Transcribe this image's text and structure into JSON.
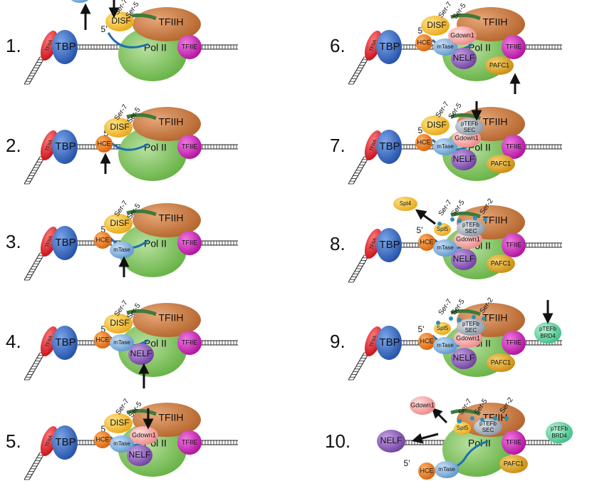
{
  "labels": {
    "tfiia": "TFIIA",
    "tbp": "TBP",
    "five_prime": "5'",
    "disf": "DISF",
    "hce": "HCE",
    "mtase": "mTase",
    "nelf": "NELF",
    "gdown1": "Gdown1",
    "tfiih": "TFIIH",
    "pol2": "Pol II",
    "tfiie": "TFIIE",
    "pafc1": "PAFC1",
    "ptefb": "pTEFb",
    "sec": "SEC",
    "spt4": "Spt4",
    "spt5": "Spt5",
    "brd4": "BRD4",
    "ser7": "Ser-7",
    "ser5": "Ser-5",
    "ser2": "Ser-2"
  },
  "steps": [
    {
      "number": "1."
    },
    {
      "number": "2."
    },
    {
      "number": "3."
    },
    {
      "number": "4."
    },
    {
      "number": "5."
    },
    {
      "number": "6."
    },
    {
      "number": "7."
    },
    {
      "number": "8."
    },
    {
      "number": "9."
    },
    {
      "number": "10."
    }
  ],
  "colors": {
    "tfiia": "#e8262a",
    "tbp": "#3a6fc4",
    "disf": "#f5c842",
    "hce": "#ee7d14",
    "mtase": "#7fb2e0",
    "nelf": "#8f5fba",
    "gdown1": "#f4a0a0",
    "tfiih": "#c9773a",
    "pol2": "#7dbf5a",
    "tfiie": "#c81fb4",
    "pafc1": "#e3a81c",
    "ptefb": "#a9b4bf",
    "brd4": "#5fd3a0",
    "phospho": "#2a8fb8",
    "rna": "#1d6fb0",
    "arrow": "#111111"
  }
}
